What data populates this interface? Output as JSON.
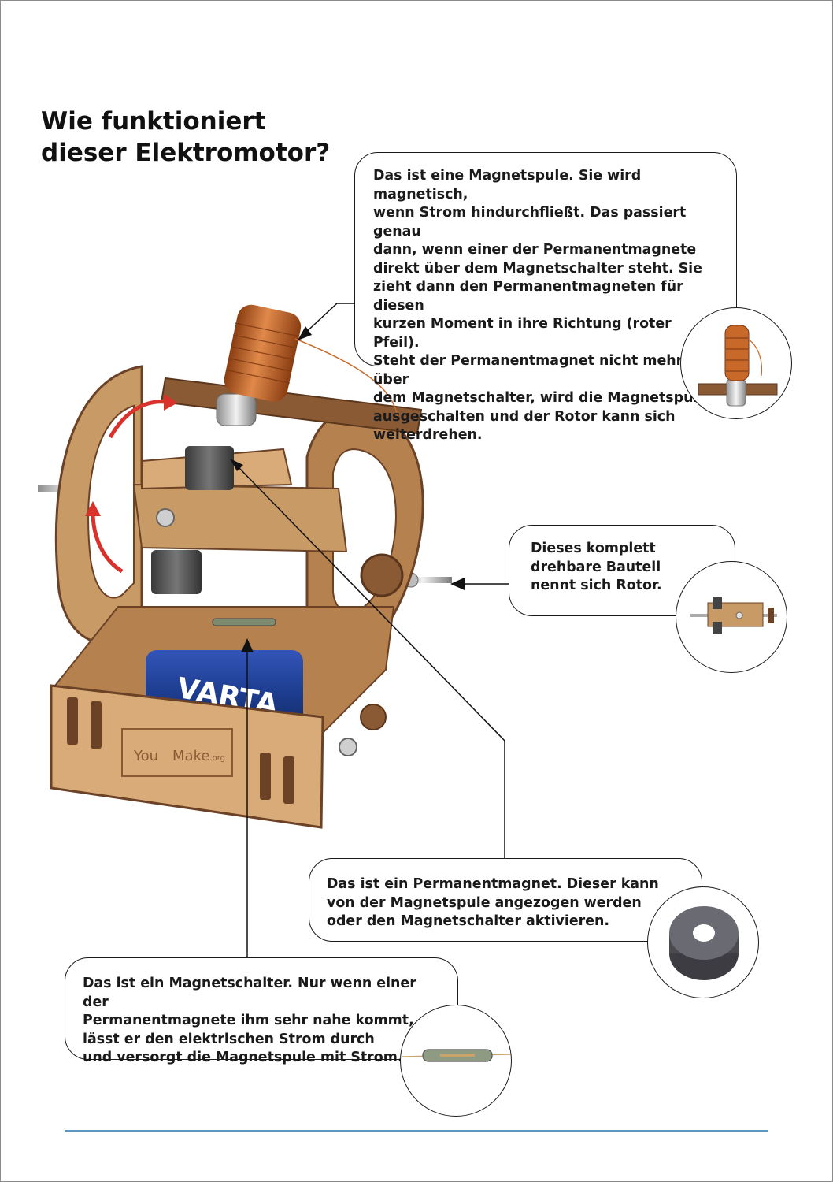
{
  "title": {
    "line1": "Wie funktioniert",
    "line2": "dieser Elektromotor?"
  },
  "callouts": {
    "coil": "Das ist eine Magnetspule. Sie wird magnetisch,\nwenn Strom hindurchfließt. Das passiert genau\ndann, wenn einer der Permanentmagnete\ndirekt über dem Magnetschalter steht. Sie\nzieht dann den Permanentmagneten für diesen\nkurzen Moment in ihre Richtung (roter Pfeil).\nSteht der Permanentmagnet nicht mehr über\ndem Magnetschalter, wird die Magnetspule\nausgeschalten und der Rotor kann sich\nweiterdrehen.",
    "rotor": "Dieses komplett\ndrehbare Bauteil\nnennt sich Rotor.",
    "magnet": "Das ist ein Permanentmagnet. Dieser kann\nvon der Magnetspule angezogen werden\noder den Magnetschalter aktivieren.",
    "switch": "Das ist ein Magnetschalter. Nur wenn einer der\nPermanentmagnete ihm sehr nahe kommt,\nlässt er den elektrischen Strom durch\nund versorgt die Magnetspule mit Strom."
  },
  "photo_labels": {
    "battery_brand": "VARTA",
    "board_logo_1": "You",
    "board_logo_2": "Make",
    "board_logo_suffix": ".org"
  },
  "colors": {
    "wood": "#c89a66",
    "wood_dark": "#6b4226",
    "copper": "#c8692a",
    "arrow_red": "#d9322b",
    "battery_blue": "#1f3f93",
    "footer_line": "#5b97c2"
  }
}
